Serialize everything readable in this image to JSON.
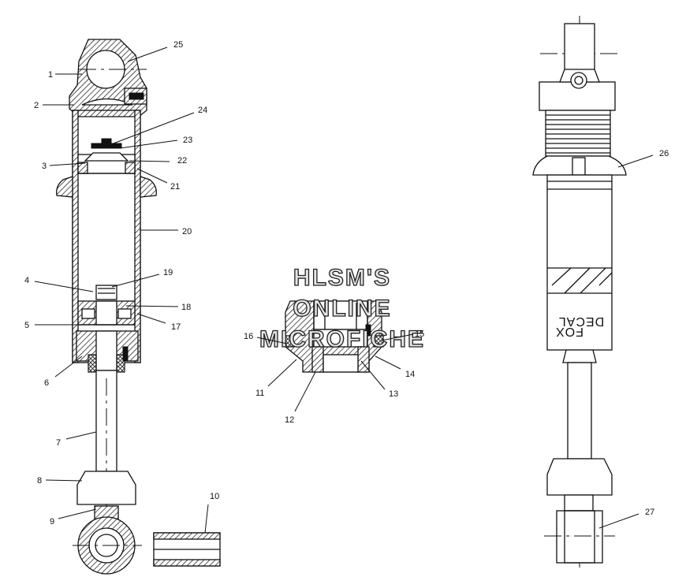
{
  "watermark": {
    "line1": "HLSM'S",
    "line2": "ONLINE",
    "line3": "MICROFICHE"
  },
  "decal_text": {
    "line1": "DECAL",
    "line2": "FOX"
  },
  "callouts": [
    {
      "id": "1",
      "label": "1"
    },
    {
      "id": "2",
      "label": "2"
    },
    {
      "id": "3",
      "label": "3"
    },
    {
      "id": "4",
      "label": "4"
    },
    {
      "id": "5",
      "label": "5"
    },
    {
      "id": "6",
      "label": "6"
    },
    {
      "id": "7",
      "label": "7"
    },
    {
      "id": "8",
      "label": "8"
    },
    {
      "id": "9",
      "label": "9"
    },
    {
      "id": "10",
      "label": "10"
    },
    {
      "id": "11",
      "label": "11"
    },
    {
      "id": "12",
      "label": "12"
    },
    {
      "id": "13",
      "label": "13"
    },
    {
      "id": "14",
      "label": "14"
    },
    {
      "id": "15",
      "label": "15"
    },
    {
      "id": "16",
      "label": "16"
    },
    {
      "id": "17",
      "label": "17"
    },
    {
      "id": "18",
      "label": "18"
    },
    {
      "id": "19",
      "label": "19"
    },
    {
      "id": "20",
      "label": "20"
    },
    {
      "id": "21",
      "label": "21"
    },
    {
      "id": "22",
      "label": "22"
    },
    {
      "id": "23",
      "label": "23"
    },
    {
      "id": "24",
      "label": "24"
    },
    {
      "id": "25",
      "label": "25"
    },
    {
      "id": "26",
      "label": "26"
    },
    {
      "id": "27",
      "label": "27"
    }
  ]
}
